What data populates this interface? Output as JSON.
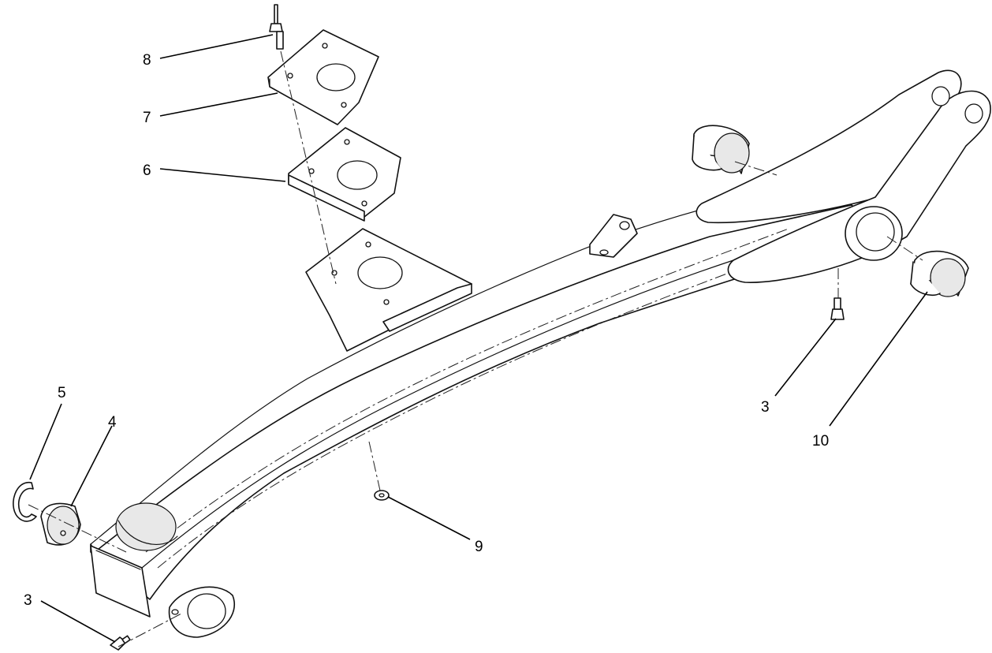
{
  "callouts": [
    {
      "id": "c8",
      "label": "8"
    },
    {
      "id": "c7",
      "label": "7"
    },
    {
      "id": "c6",
      "label": "6"
    },
    {
      "id": "c5",
      "label": "5"
    },
    {
      "id": "c4",
      "label": "4"
    },
    {
      "id": "c3a",
      "label": "3"
    },
    {
      "id": "c3b",
      "label": "3"
    },
    {
      "id": "c9",
      "label": "9"
    },
    {
      "id": "c10",
      "label": "10"
    }
  ]
}
